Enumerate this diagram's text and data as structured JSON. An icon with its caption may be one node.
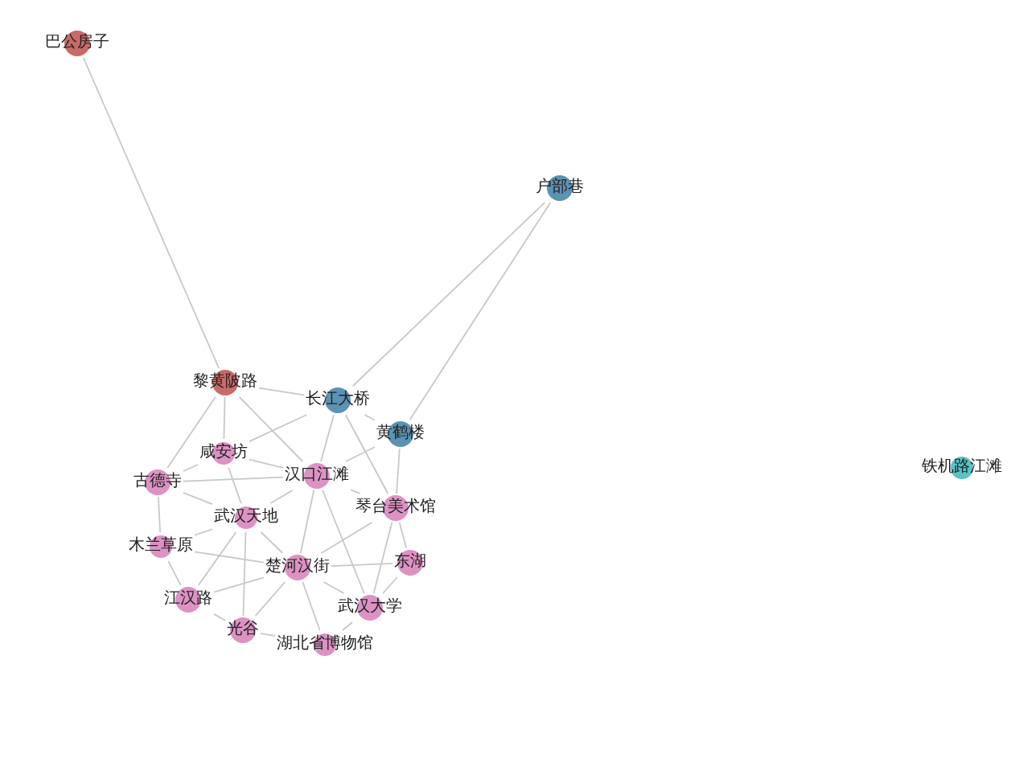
{
  "diagram": {
    "nodes": [
      {
        "text": [
          "巴公房子"
        ]
      },
      {
        "text": [
          "户部巷"
        ]
      },
      {
        "text": [
          "黎黄陂路"
        ]
      },
      {
        "text": [
          "长江大桥"
        ]
      },
      {
        "text": [
          "黄鹤楼"
        ]
      },
      {
        "text": [
          "咸安坊"
        ]
      },
      {
        "text": [
          "古德寺"
        ]
      },
      {
        "text": [
          "汉口江滩"
        ]
      },
      {
        "text": [
          "琴台美术馆"
        ]
      },
      {
        "text": [
          "武汉天地"
        ]
      },
      {
        "text": [
          "木兰草原"
        ]
      },
      {
        "text": [
          "东湖"
        ]
      },
      {
        "text": [
          "楚河汉街"
        ]
      },
      {
        "text": [
          "江汉路"
        ]
      },
      {
        "text": [
          "武汉大学"
        ]
      },
      {
        "text": [
          "光谷"
        ]
      },
      {
        "text": [
          "湖北省博物馆"
        ]
      },
      {
        "text": [
          "铁机路江滩"
        ]
      }
    ],
    "edges": [
      {
        "from": 0,
        "to": 2,
        "arrow": "none"
      },
      {
        "from": 1,
        "to": 3,
        "arrow": "none"
      },
      {
        "from": 1,
        "to": 4,
        "arrow": "none"
      },
      {
        "from": 2,
        "to": 3,
        "arrow": "none"
      },
      {
        "from": 2,
        "to": 5,
        "arrow": "none"
      },
      {
        "from": 2,
        "to": 6,
        "arrow": "none"
      },
      {
        "from": 2,
        "to": 7,
        "arrow": "none"
      },
      {
        "from": 3,
        "to": 4,
        "arrow": "none"
      },
      {
        "from": 3,
        "to": 5,
        "arrow": "none"
      },
      {
        "from": 3,
        "to": 7,
        "arrow": "none"
      },
      {
        "from": 3,
        "to": 8,
        "arrow": "none"
      },
      {
        "from": 4,
        "to": 7,
        "arrow": "none"
      },
      {
        "from": 4,
        "to": 8,
        "arrow": "none"
      },
      {
        "from": 5,
        "to": 6,
        "arrow": "none"
      },
      {
        "from": 5,
        "to": 7,
        "arrow": "none"
      },
      {
        "from": 5,
        "to": 9,
        "arrow": "none"
      },
      {
        "from": 6,
        "to": 7,
        "arrow": "none"
      },
      {
        "from": 6,
        "to": 9,
        "arrow": "none"
      },
      {
        "from": 6,
        "to": 10,
        "arrow": "none"
      },
      {
        "from": 7,
        "to": 8,
        "arrow": "none"
      },
      {
        "from": 7,
        "to": 9,
        "arrow": "none"
      },
      {
        "from": 7,
        "to": 12,
        "arrow": "none"
      },
      {
        "from": 7,
        "to": 14,
        "arrow": "none"
      },
      {
        "from": 8,
        "to": 11,
        "arrow": "none"
      },
      {
        "from": 8,
        "to": 12,
        "arrow": "none"
      },
      {
        "from": 8,
        "to": 14,
        "arrow": "none"
      },
      {
        "from": 9,
        "to": 10,
        "arrow": "none"
      },
      {
        "from": 9,
        "to": 12,
        "arrow": "none"
      },
      {
        "from": 9,
        "to": 13,
        "arrow": "none"
      },
      {
        "from": 9,
        "to": 15,
        "arrow": "none"
      },
      {
        "from": 10,
        "to": 12,
        "arrow": "none"
      },
      {
        "from": 10,
        "to": 13,
        "arrow": "none"
      },
      {
        "from": 11,
        "to": 12,
        "arrow": "none"
      },
      {
        "from": 11,
        "to": 14,
        "arrow": "none"
      },
      {
        "from": 12,
        "to": 13,
        "arrow": "none"
      },
      {
        "from": 12,
        "to": 14,
        "arrow": "none"
      },
      {
        "from": 12,
        "to": 15,
        "arrow": "none"
      },
      {
        "from": 12,
        "to": 16,
        "arrow": "none"
      },
      {
        "from": 13,
        "to": 15,
        "arrow": "none"
      },
      {
        "from": 14,
        "to": 16,
        "arrow": "none"
      },
      {
        "from": 15,
        "to": 16,
        "arrow": "none"
      }
    ]
  }
}
